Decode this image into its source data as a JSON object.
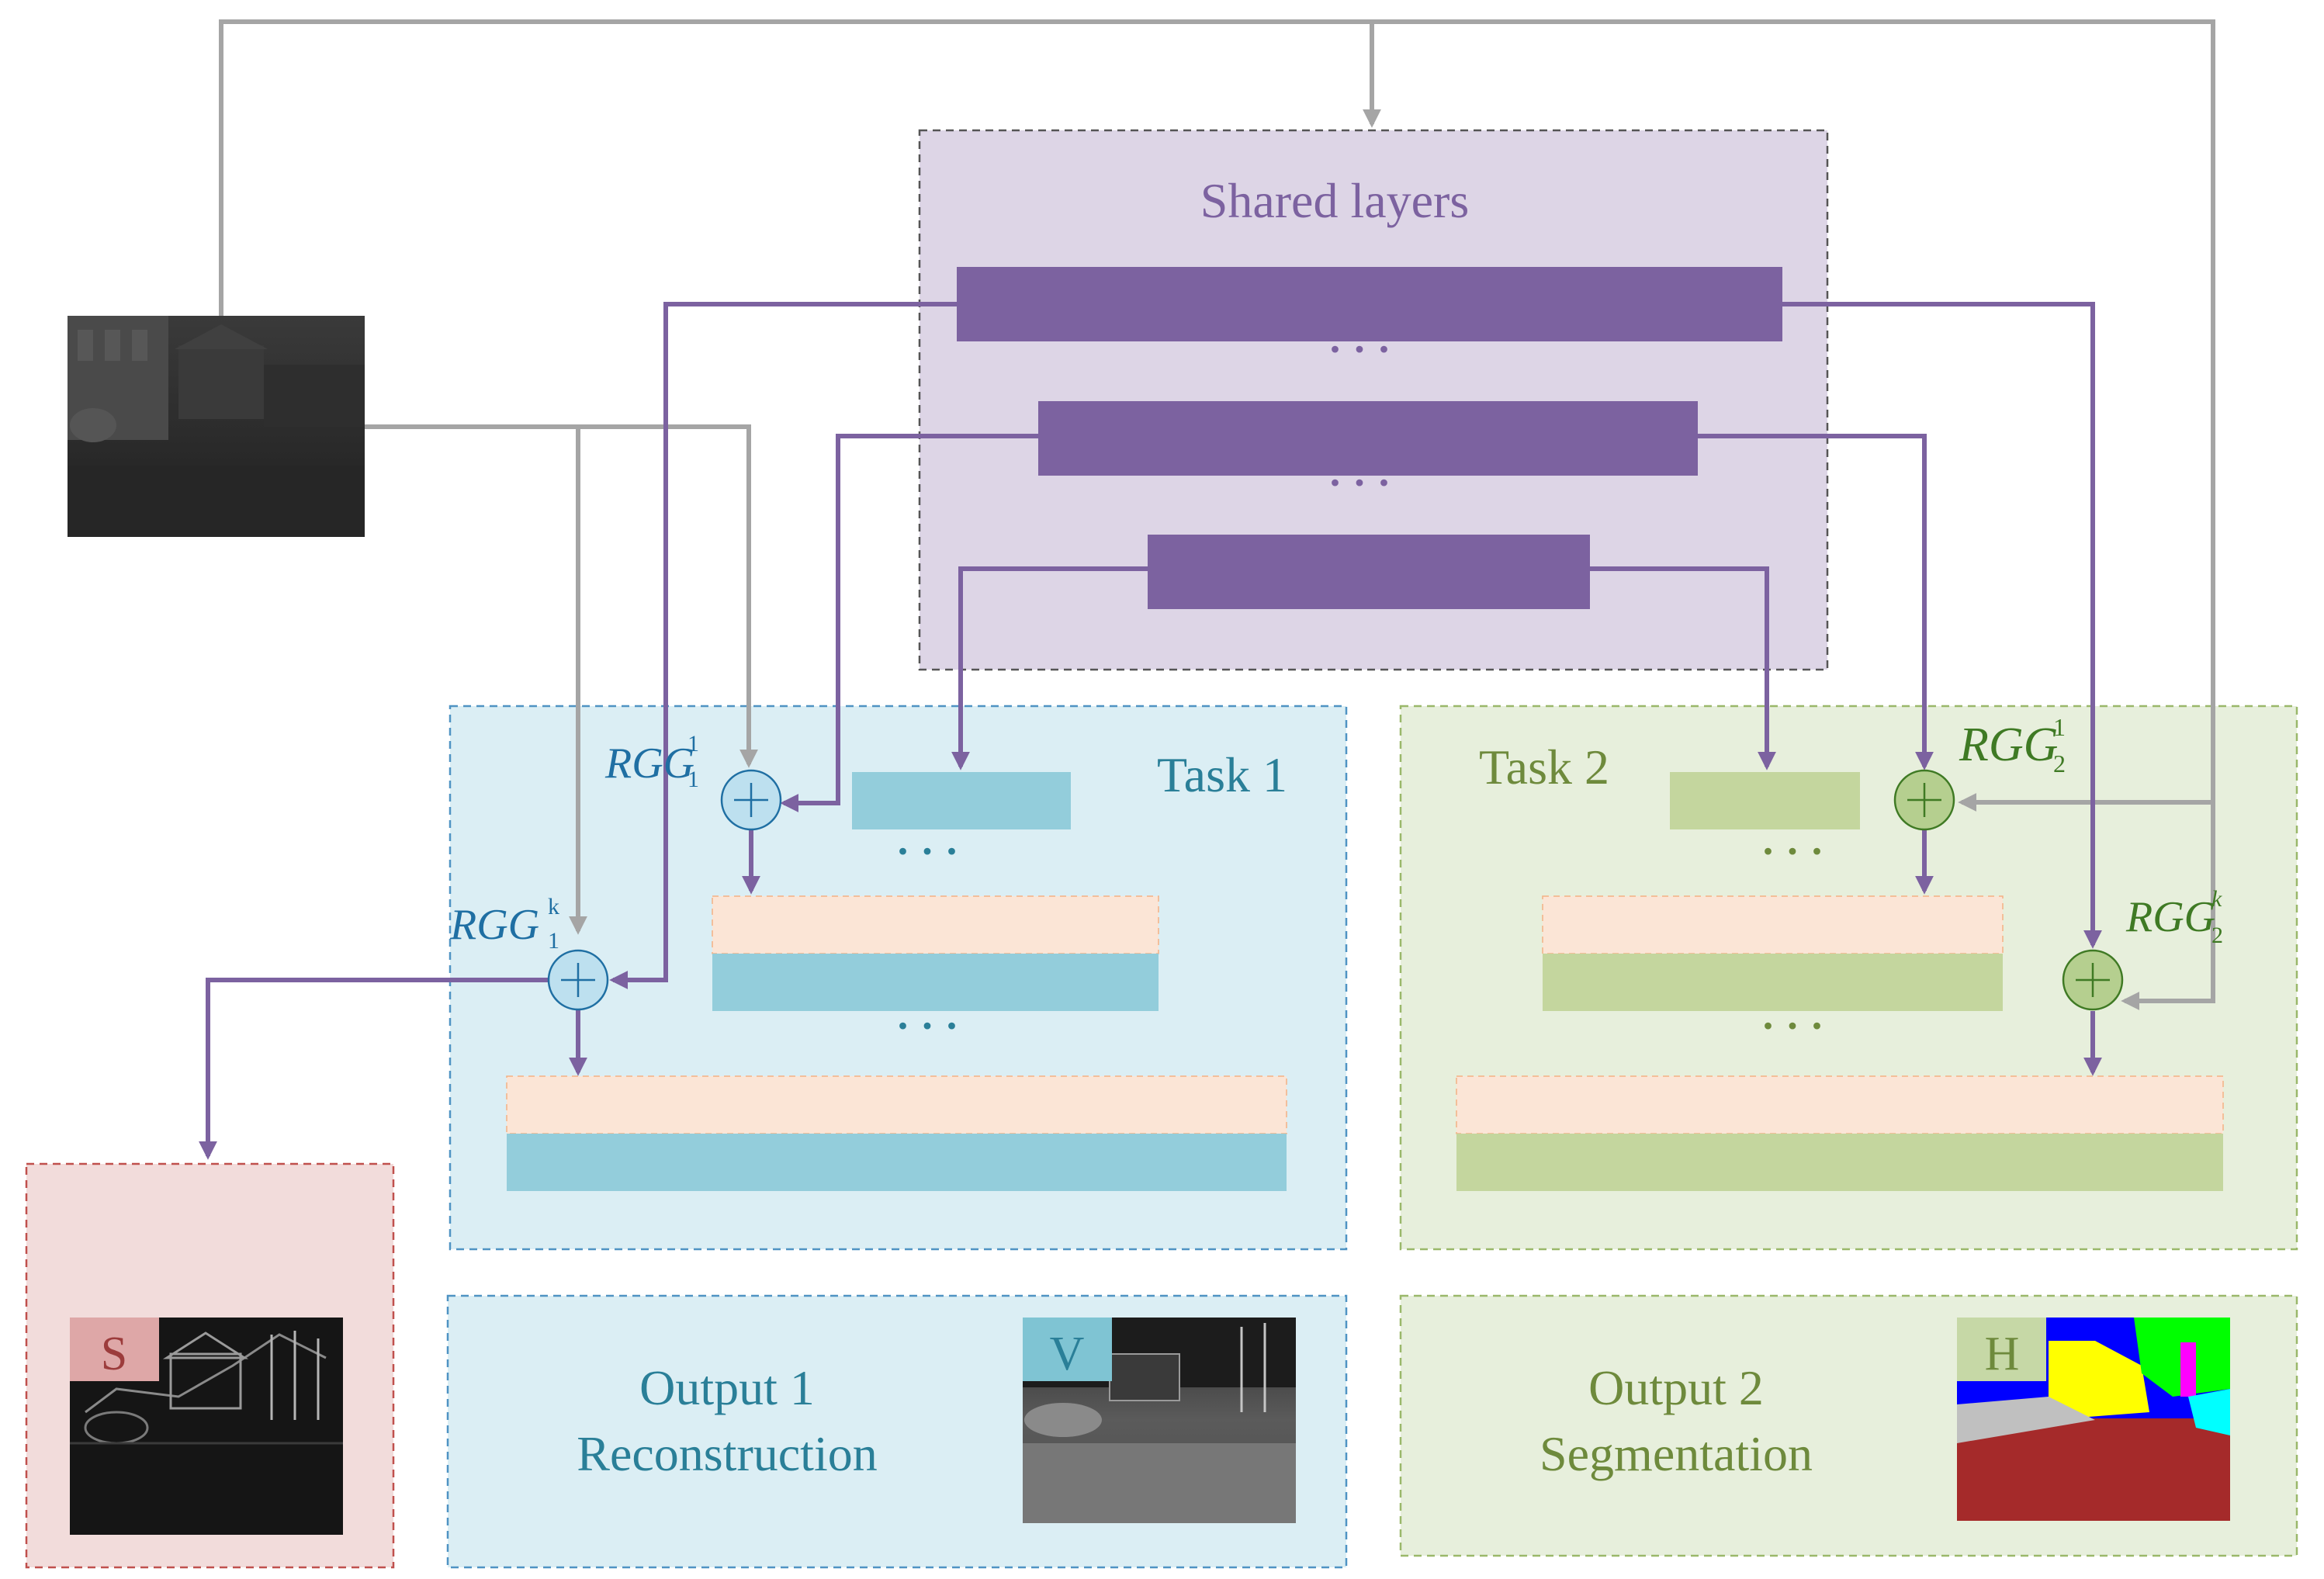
{
  "colors": {
    "shared_fill": "#ddd5e6",
    "shared_border": "#555555",
    "purple": "#7c62a0",
    "gray": "#a5a5a5",
    "task1_fill": "#dbeef4",
    "task1_border": "#4f93c3",
    "task1_bar": "#93cddb",
    "task1_text": "#2a7f98",
    "task2_fill": "#e7efdc",
    "task2_border": "#9ab86a",
    "task2_bar": "#c4d69e",
    "task2_text": "#6e8a3c",
    "peach": "#fbe5d6",
    "s_fill": "#f2dcdb",
    "s_border": "#c0504d",
    "rgg1_text": "#1f6fa3",
    "rgg2_text": "#3f7a24",
    "node1_fill": "#bde0ef",
    "node2_fill": "#b5cf8f"
  },
  "shared": {
    "title": "Shared layers",
    "ellipsis_1": "· · ·",
    "ellipsis_2": "· · ·"
  },
  "task1": {
    "title": "Task 1",
    "rgg_top_base": "RGG",
    "rgg_top_sup": "1",
    "rgg_top_sub": "1",
    "rgg_bot_base": "RGG",
    "rgg_bot_sup": "k",
    "rgg_bot_sub": "1",
    "ellipsis_1": "· · ·",
    "ellipsis_2": "· · ·"
  },
  "task2": {
    "title": "Task 2",
    "rgg_top_base": "RGG",
    "rgg_top_sup": "1",
    "rgg_top_sub": "2",
    "rgg_bot_base": "RGG",
    "rgg_bot_sup": "k",
    "rgg_bot_sub": "2",
    "ellipsis_1": "· · ·",
    "ellipsis_2": "· · ·"
  },
  "output1": {
    "line1": "Output 1",
    "line2": "Reconstruction",
    "badge": "V"
  },
  "output2": {
    "line1": "Output 2",
    "line2": "Segmentation",
    "badge": "H"
  },
  "output_s": {
    "badge": "S"
  }
}
